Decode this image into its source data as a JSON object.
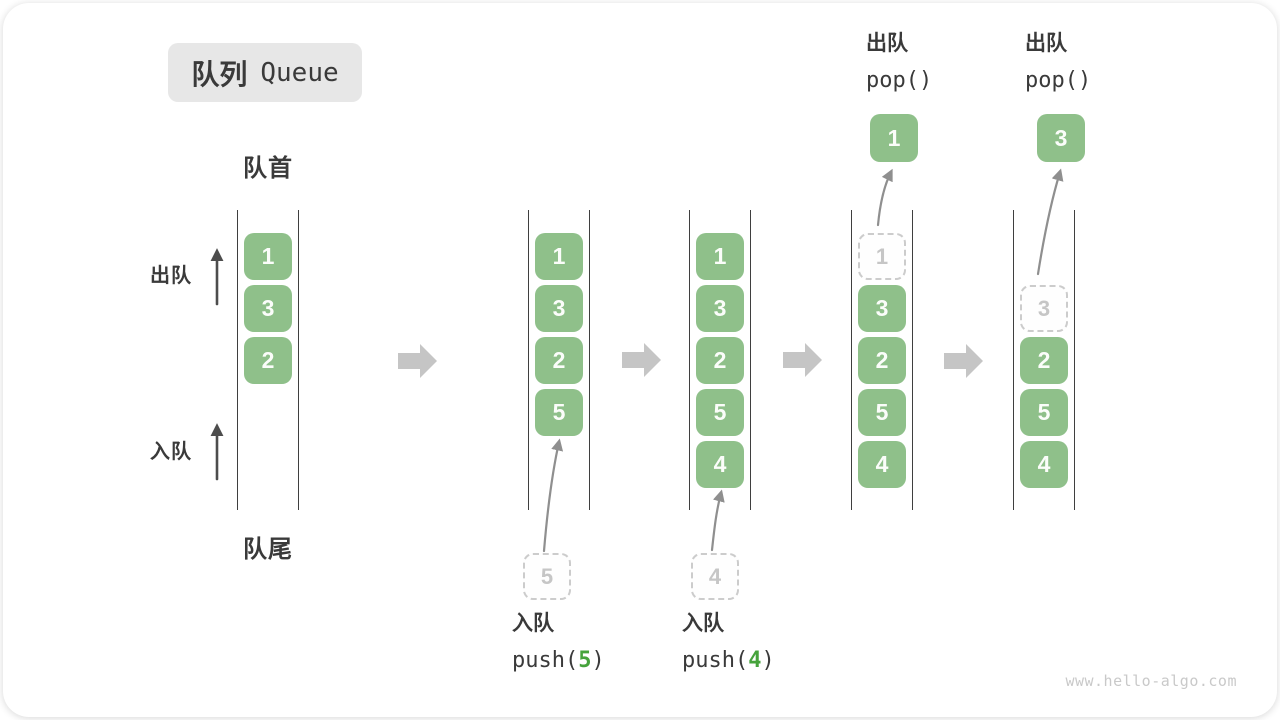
{
  "title": {
    "zh": "队列",
    "en": "Queue"
  },
  "labels": {
    "front": "队首",
    "rear": "队尾",
    "dequeue_side": "出队",
    "enqueue_side": "入队"
  },
  "columns": [
    {
      "cells": [
        "1",
        "3",
        "2"
      ]
    },
    {
      "cells": [
        "1",
        "3",
        "2",
        "5"
      ],
      "ghost": "5",
      "label": "入队",
      "code_pre": "push(",
      "code_arg": "5",
      "code_post": ")"
    },
    {
      "cells": [
        "1",
        "3",
        "2",
        "5",
        "4"
      ],
      "ghost": "4",
      "label": "入队",
      "code_pre": "push(",
      "code_arg": "4",
      "code_post": ")"
    },
    {
      "cells": [
        "3",
        "2",
        "5",
        "4"
      ],
      "ghost": "1",
      "popped": "1",
      "label": "出队",
      "code": "pop()"
    },
    {
      "cells": [
        "2",
        "5",
        "4"
      ],
      "ghost": "3",
      "popped": "3",
      "label": "出队",
      "code": "pop()"
    }
  ],
  "watermark": "www.hello-algo.com",
  "colors": {
    "element_green": "#8fc08a",
    "arg_green": "#46a33c",
    "flow_arrow": "#c5c5c5",
    "curve_arrow": "#8f8f8f",
    "dark_arrow": "#4d4d4d",
    "rail": "#3f3f3f",
    "ghost": "#cccccc",
    "text": "#3a3a3a",
    "title_bg": "#e7e7e7",
    "watermark": "#c9c9c9"
  }
}
